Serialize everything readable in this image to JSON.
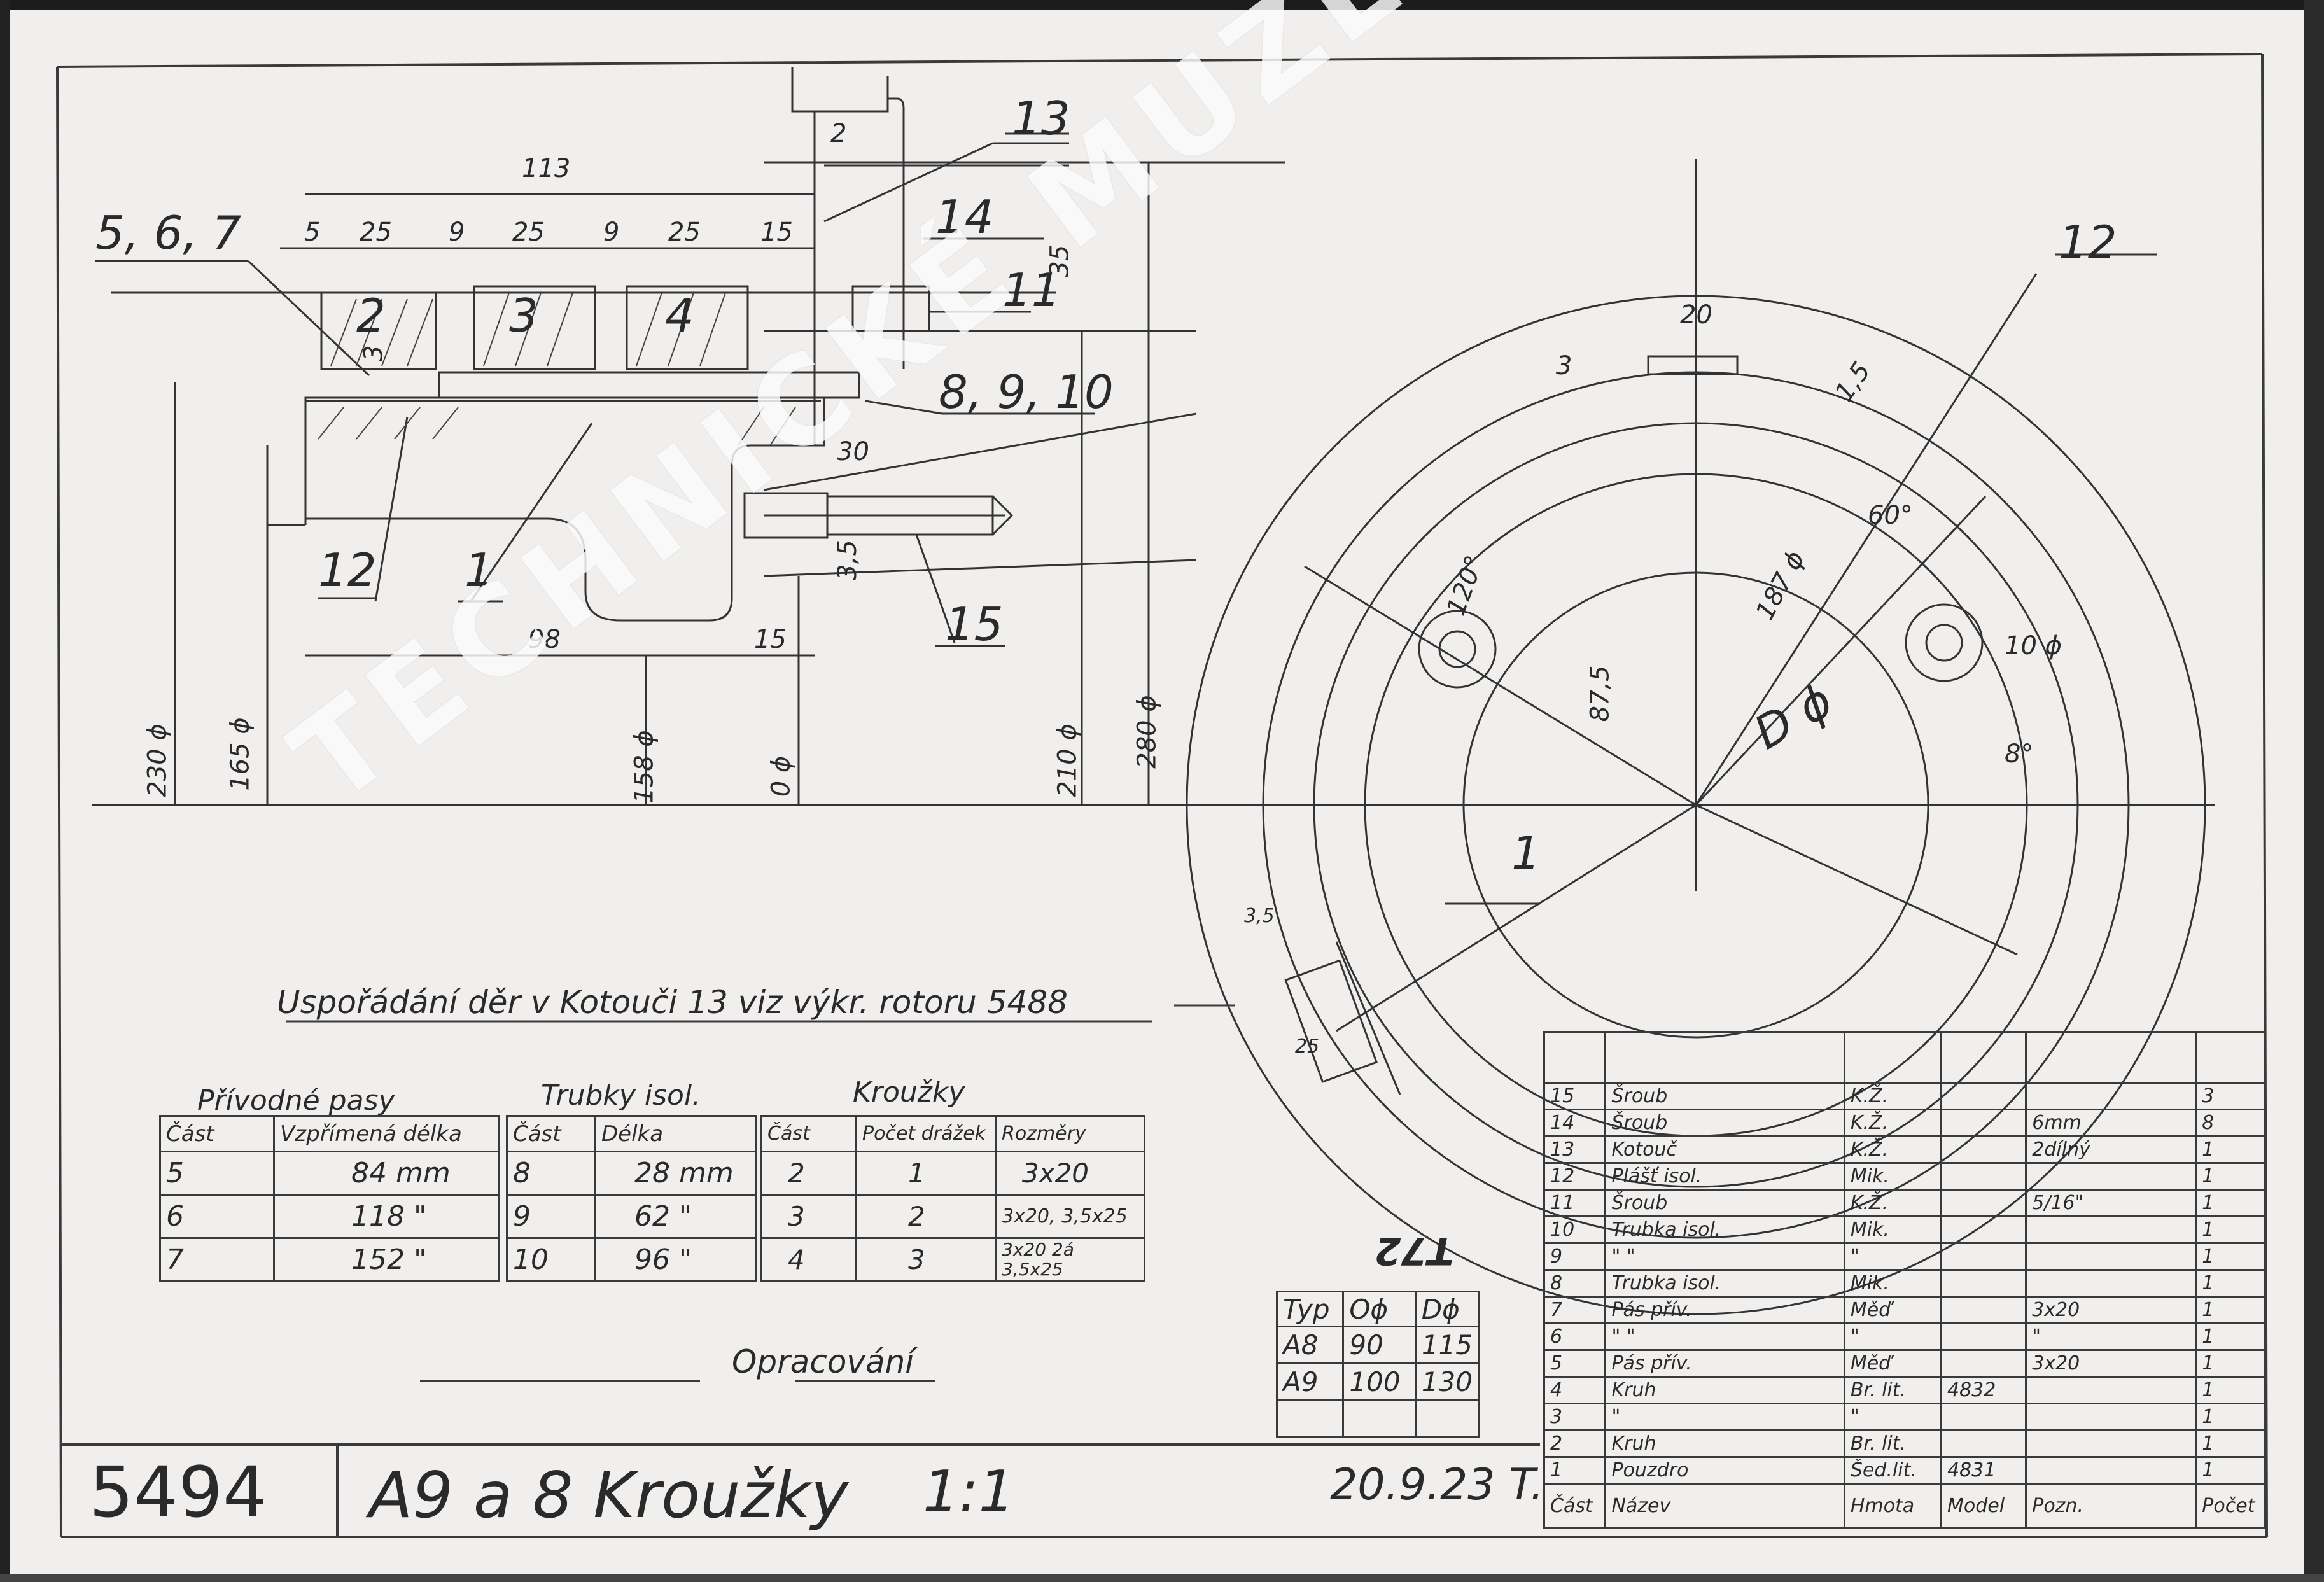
{
  "labels": {
    "dim_113": "113",
    "dim_5": "5",
    "dim_25a": "25",
    "dim_9a": "9",
    "dim_25b": "25",
    "dim_9b": "9",
    "dim_25c": "25",
    "dim_15_top": "15",
    "dim_2": "2",
    "dim_35": "35",
    "dim_3": "3",
    "dim_30": "30",
    "dim_3_5": "3,5",
    "dim_98": "98",
    "dim_15_bot": "15",
    "dim_230": "230 ϕ",
    "dim_165": "165 ϕ",
    "dim_158": "158 ϕ",
    "dim_0": "0 ϕ",
    "dim_210": "210 ϕ",
    "dim_280": "280 ϕ",
    "dim_20": "20",
    "dim_3_right": "3",
    "dim_1_5": "1,5",
    "dim_120": "120°",
    "dim_187": "187 ϕ",
    "dim_60": "60°",
    "dim_87_5": "87,5",
    "dim_10": "10 ϕ",
    "dim_D": "D ϕ",
    "dim_8": "8°",
    "dim_3_5b": "3,5",
    "dim_25_small": "25",
    "part_567": "5, 6, 7",
    "part_13": "13",
    "part_14": "14",
    "part_11": "11",
    "part_8910": "8, 9, 10",
    "part_12_left": "12",
    "part_1_left": "1",
    "part_15": "15",
    "part_12_right": "12",
    "part_1_right": "1",
    "part_2": "2",
    "part_3": "3",
    "part_4": "4",
    "note_holes": "Uspořádání děr v Kotouči 13 viz výkr. rotoru 5488",
    "note_finish": "Opracování",
    "stamp_code": "T72"
  },
  "tables": {
    "pasy": {
      "title": "Přívodné pasy",
      "headers": [
        "Část",
        "Vzpřímená délka"
      ],
      "rows": [
        [
          "5",
          "84 mm"
        ],
        [
          "6",
          "118 \""
        ],
        [
          "7",
          "152 \""
        ]
      ]
    },
    "trubky": {
      "title": "Trubky isol.",
      "headers": [
        "Část",
        "Délka"
      ],
      "rows": [
        [
          "8",
          "28 mm"
        ],
        [
          "9",
          "62 \""
        ],
        [
          "10",
          "96 \""
        ]
      ]
    },
    "krouzky": {
      "title": "Kroužky",
      "headers": [
        "Část",
        "Počet drážek",
        "Rozměry"
      ],
      "rows": [
        [
          "2",
          "1",
          "3x20"
        ],
        [
          "3",
          "2",
          "3x20, 3,5x25"
        ],
        [
          "4",
          "3",
          "3x20 2á 3,5x25"
        ]
      ]
    },
    "typ": {
      "headers": [
        "Typ",
        "Oϕ",
        "Dϕ"
      ],
      "rows": [
        [
          "A8",
          "90",
          "115"
        ],
        [
          "A9",
          "100",
          "130"
        ]
      ]
    },
    "parts": {
      "headers": [
        "Část",
        "Název",
        "Hmota",
        "Model",
        "Pozn.",
        "Počet"
      ],
      "rows": [
        [
          "15",
          "Šroub",
          "K.Ž.",
          "",
          "",
          "3"
        ],
        [
          "14",
          "Šroub",
          "K.Ž.",
          "",
          "6mm",
          "8"
        ],
        [
          "13",
          "Kotouč",
          "K.Ž.",
          "",
          "2dílný",
          "1"
        ],
        [
          "12",
          "Plášť isol.",
          "Mik.",
          "",
          "",
          "1"
        ],
        [
          "11",
          "Šroub",
          "K.Ž.",
          "",
          "5/16\"",
          "1"
        ],
        [
          "10",
          "Trubka isol.",
          "Mik.",
          "",
          "",
          "1"
        ],
        [
          "9",
          "\"   \"",
          "\"",
          "",
          "",
          "1"
        ],
        [
          "8",
          "Trubka isol.",
          "Mik.",
          "",
          "",
          "1"
        ],
        [
          "7",
          "Pás přív.",
          "Měď",
          "",
          "3x20",
          "1"
        ],
        [
          "6",
          "\"   \"",
          "\"",
          "",
          "\"",
          "1"
        ],
        [
          "5",
          "Pás přív.",
          "Měď",
          "",
          "3x20",
          "1"
        ],
        [
          "4",
          "Kruh",
          "Br. lit.",
          "4832",
          "",
          "1"
        ],
        [
          "3",
          "\"",
          "\"",
          "",
          "",
          "1"
        ],
        [
          "2",
          "Kruh",
          "Br. lit.",
          "",
          "",
          "1"
        ],
        [
          "1",
          "Pouzdro",
          "Šed.lit.",
          "4831",
          "",
          "1"
        ]
      ]
    }
  },
  "titleblock": {
    "number": "5494",
    "name": "A9 a 8 Kroužky",
    "scale": "1:1",
    "date": "20.9.23 T."
  },
  "watermark": "TECHNICKÉ MUZEUM V BRNĚ"
}
